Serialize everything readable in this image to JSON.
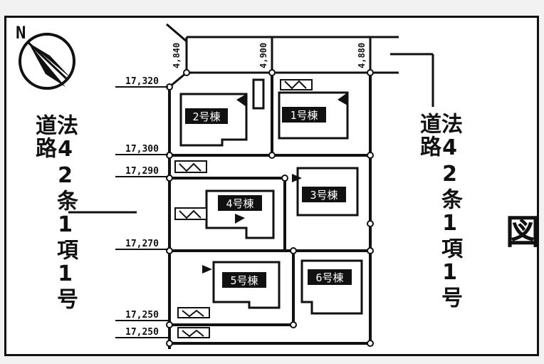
{
  "compass": {
    "north_label": "N"
  },
  "road_left": {
    "label": "法42条1項1号道路"
  },
  "road_right": {
    "label": "法42条1項1号道路"
  },
  "title": {
    "text": "■区画図"
  },
  "widths": [
    "4,840",
    "4,900",
    "4,880"
  ],
  "levels": [
    "17,320",
    "17,300",
    "17,290",
    "17,270",
    "17,250",
    "17,250"
  ],
  "lots": [
    "2号棟",
    "1号棟",
    "4号棟",
    "3号棟",
    "5号棟",
    "6号棟"
  ]
}
